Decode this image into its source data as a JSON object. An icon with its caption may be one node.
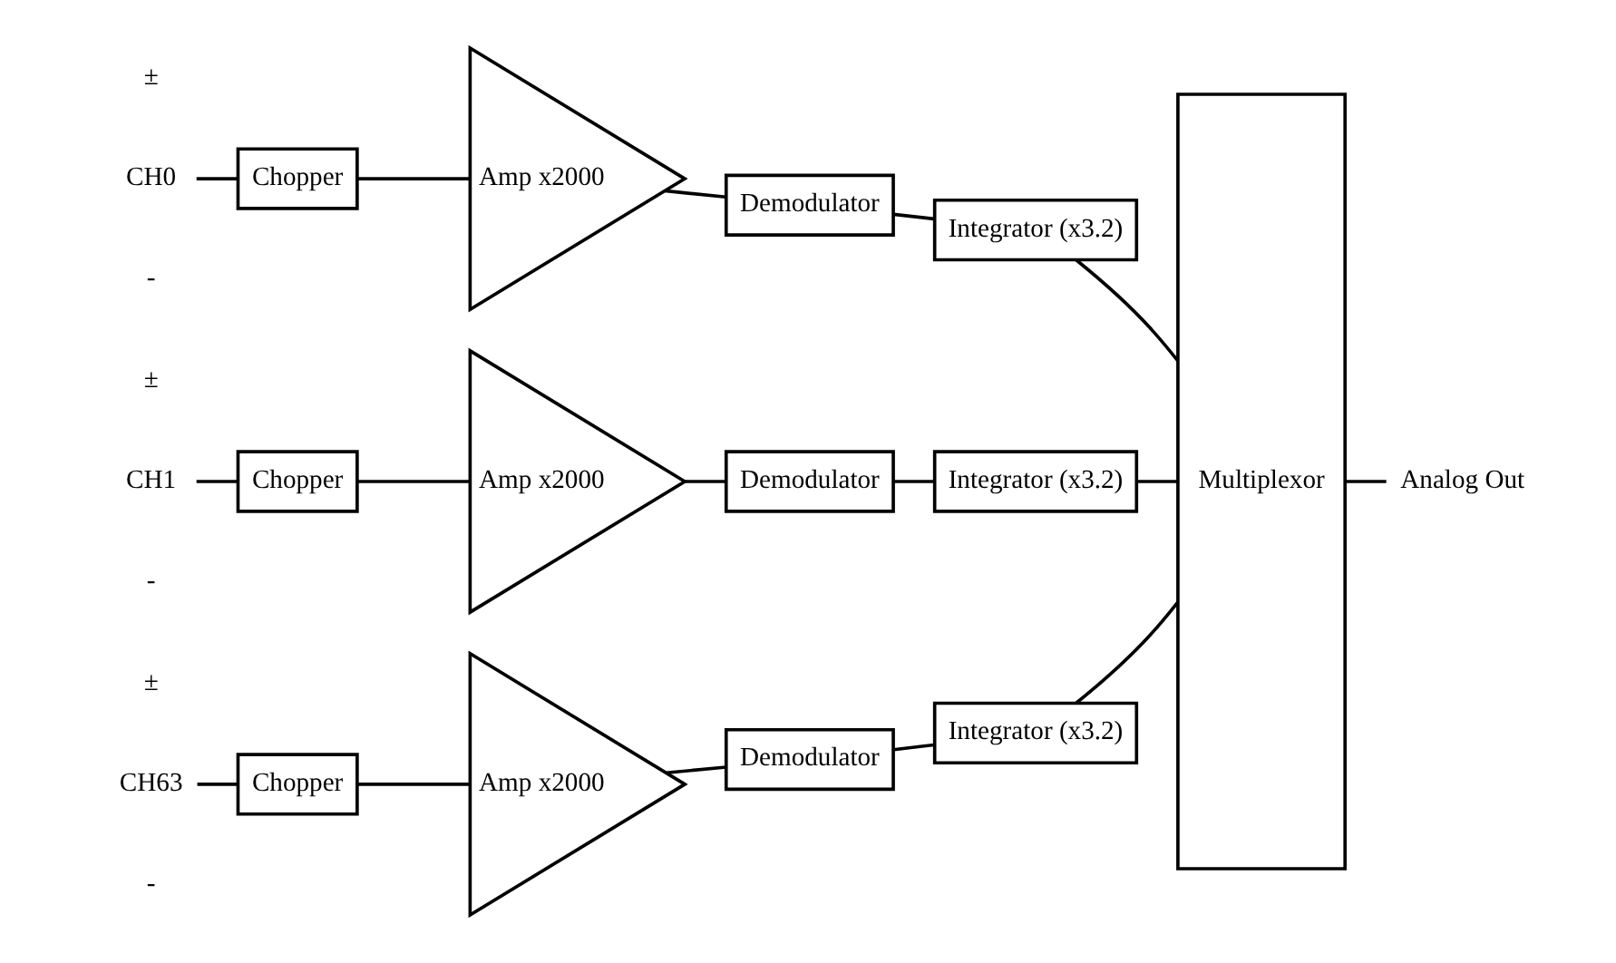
{
  "diagram": {
    "nodes": [
      {
        "text": [
          "CH0"
        ]
      },
      {
        "text": [
          "Chopper"
        ]
      },
      {
        "text": [
          "Amp x2000"
        ]
      },
      {
        "text": [
          "Demodulator"
        ]
      },
      {
        "text": [
          "Integrator (x3.2)"
        ]
      },
      {
        "text": [
          "CH1"
        ]
      },
      {
        "text": [
          "Chopper"
        ]
      },
      {
        "text": [
          "Amp x2000"
        ]
      },
      {
        "text": [
          "Demodulator"
        ]
      },
      {
        "text": [
          "Integrator (x3.2)"
        ]
      },
      {
        "text": [
          "CH63"
        ]
      },
      {
        "text": [
          "Chopper"
        ]
      },
      {
        "text": [
          "Amp x2000"
        ]
      },
      {
        "text": [
          "Demodulator"
        ]
      },
      {
        "text": [
          "Integrator (x3.2)"
        ]
      },
      {
        "text": [
          "Multiplexor"
        ]
      },
      {
        "text": [
          "Analog Out"
        ]
      }
    ],
    "edges": [
      {
        "from": 0,
        "to": 1,
        "arrow": "none"
      },
      {
        "from": 1,
        "to": 2,
        "arrow": "none"
      },
      {
        "from": 2,
        "to": 3,
        "arrow": "none"
      },
      {
        "from": 3,
        "to": 4,
        "arrow": "none"
      },
      {
        "from": 4,
        "to": 15,
        "arrow": "none"
      },
      {
        "from": 5,
        "to": 6,
        "arrow": "none"
      },
      {
        "from": 6,
        "to": 7,
        "arrow": "none"
      },
      {
        "from": 7,
        "to": 8,
        "arrow": "none"
      },
      {
        "from": 8,
        "to": 9,
        "arrow": "none"
      },
      {
        "from": 9,
        "to": 15,
        "arrow": "none"
      },
      {
        "from": 10,
        "to": 11,
        "arrow": "none"
      },
      {
        "from": 11,
        "to": 12,
        "arrow": "none"
      },
      {
        "from": 12,
        "to": 13,
        "arrow": "none"
      },
      {
        "from": 13,
        "to": 14,
        "arrow": "none"
      },
      {
        "from": 14,
        "to": 15,
        "arrow": "none"
      },
      {
        "from": 15,
        "to": 16,
        "arrow": "none"
      }
    ],
    "labels": [
      "±",
      "-",
      "±",
      "-",
      "±",
      "-"
    ]
  }
}
